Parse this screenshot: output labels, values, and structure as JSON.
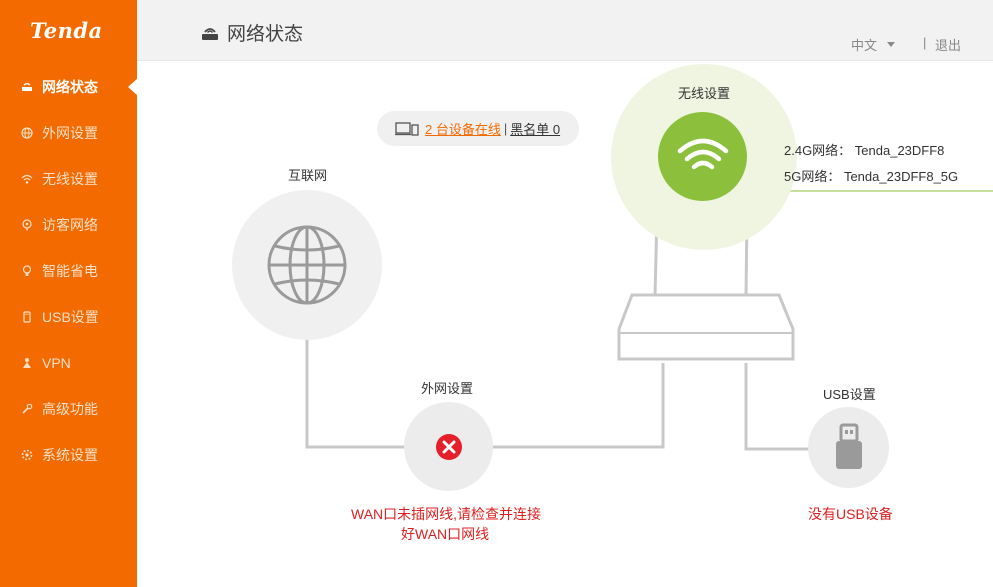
{
  "brand": {
    "logo_text": "Tenda",
    "accent": "#f26a00"
  },
  "sidebar": {
    "items": [
      {
        "label": "网络状态",
        "icon": "router-icon",
        "active": true
      },
      {
        "label": "外网设置",
        "icon": "globe-icon",
        "active": false
      },
      {
        "label": "无线设置",
        "icon": "wifi-icon",
        "active": false
      },
      {
        "label": "访客网络",
        "icon": "guest-icon",
        "active": false
      },
      {
        "label": "智能省电",
        "icon": "bulb-icon",
        "active": false
      },
      {
        "label": "USB设置",
        "icon": "usb-icon",
        "active": false
      },
      {
        "label": "VPN",
        "icon": "vpn-icon",
        "active": false
      },
      {
        "label": "高级功能",
        "icon": "wrench-icon",
        "active": false
      },
      {
        "label": "系统设置",
        "icon": "gear-icon",
        "active": false
      }
    ]
  },
  "header": {
    "title": "网络状态",
    "language": "中文",
    "separator": "|",
    "logout": "退出"
  },
  "status": {
    "devices_online": "2 台设备在线",
    "divider": "|",
    "blacklist": "黑名单 0"
  },
  "diagram": {
    "internet_label": "互联网",
    "wireless_label": "无线设置",
    "ssid_24": "2.4G网络： Tenda_23DFF8",
    "ssid_5": "5G网络： Tenda_23DFF8_5G",
    "wan_label": "外网设置",
    "wan_error_line1": "WAN口未插网线,请检查并连接",
    "wan_error_line2": "好WAN口网线",
    "usb_label": "USB设置",
    "usb_status": "没有USB设备"
  },
  "colors": {
    "wifi_green": "#8cc03c",
    "error_red": "#e02020",
    "sidebar_orange": "#f26a00"
  }
}
